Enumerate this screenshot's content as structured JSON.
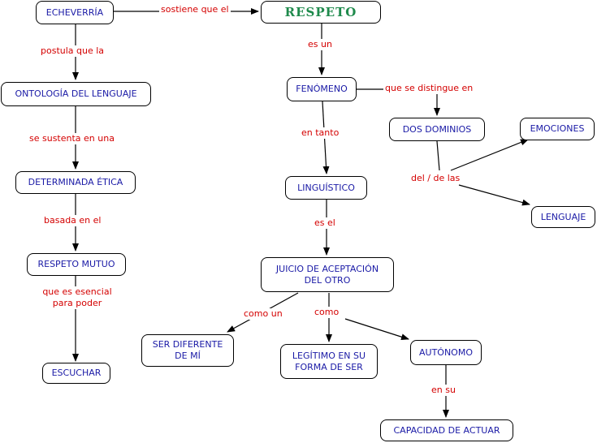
{
  "nodes": {
    "echeverria": "ECHEVERRÍA",
    "respeto": "RESPETO",
    "ontologia": "ONTOLOGÍA DEL LENGUAJE",
    "etica": "DETERMINADA ÉTICA",
    "respeto_mutuo": "RESPETO MUTUO",
    "escuchar": "ESCUCHAR",
    "fenomeno": "FENÓMENO",
    "dos_dominios": "DOS DOMINIOS",
    "emociones": "EMOCIONES",
    "lenguaje": "LENGUAJE",
    "linguistico": "LINGUÍSTICO",
    "juicio": "JUICIO DE ACEPTACIÓN\nDEL OTRO",
    "ser_diferente": "SER DIFERENTE\nDE MÍ",
    "legitimo": "LEGÍTIMO EN SU\nFORMA DE SER",
    "autonomo": "AUTÓNOMO",
    "capacidad": "CAPACIDAD DE ACTUAR"
  },
  "links": {
    "sostiene": "sostiene que el",
    "postula": "postula que la",
    "sustenta": "se sustenta en una",
    "basada": "basada en el",
    "esencial": "que es esencial\npara poder",
    "es_un": "es un",
    "distingue": "que se distingue en",
    "en_tanto": "en tanto",
    "del_de_las": "del / de las",
    "es_el": "es el",
    "como_un": "como un",
    "como": "como",
    "en_su": "en su"
  }
}
